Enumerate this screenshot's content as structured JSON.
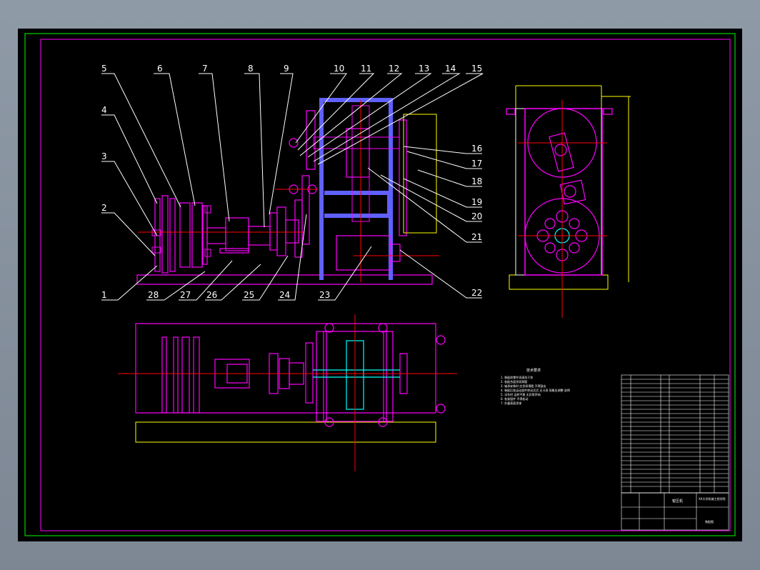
{
  "viewport": {
    "background": "#000000"
  },
  "colors": {
    "frame_outer": "#00ff00",
    "frame_inner": "#ff00ff",
    "part": "#ff00ff",
    "hatch": "#4040ff",
    "centerline": "#ff0000",
    "dimension": "#ffff00",
    "leader": "#ffffff",
    "shaft": "#00ffff"
  },
  "labels_top": [
    "5",
    "6",
    "7",
    "8",
    "9",
    "10",
    "11",
    "12",
    "13",
    "14",
    "15"
  ],
  "labels_left": [
    "4",
    "3",
    "2",
    "1"
  ],
  "labels_right": [
    "16",
    "17",
    "18",
    "19",
    "20",
    "21",
    "22"
  ],
  "labels_bottom": [
    "28",
    "27",
    "26",
    "25",
    "24",
    "23"
  ],
  "tech_notes_title": "技术要求",
  "tech_notes": [
    "1. 装配前零件须清洗干净",
    "2. 各配合面涂润滑脂",
    "3. 轴承安装时 应涂润滑脂 不得敲击",
    "4. 装配后各运动部件转动灵活 无卡滞 现象应调整 说明",
    "5. 试车时 运转平稳 无异常声响",
    "6. 各紧固件 不得松动",
    "7. 外露表面涂漆"
  ],
  "title_block": {
    "drawing_title": "辊压机",
    "school": "XX大学机械工程学院",
    "drawing_no": "装配图"
  }
}
